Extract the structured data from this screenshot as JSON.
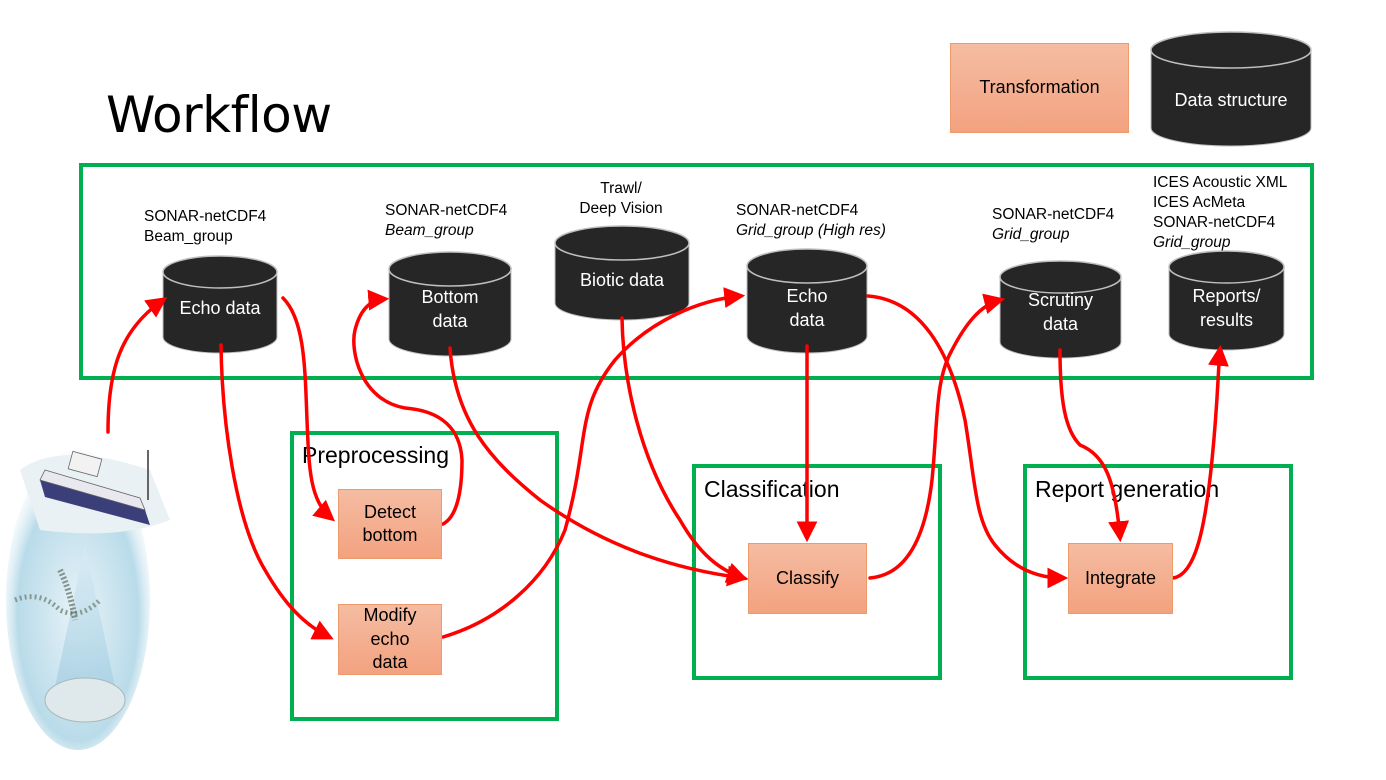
{
  "title": "Workflow",
  "legend": {
    "transformation": "Transformation",
    "data_structure": "Data structure"
  },
  "colors": {
    "group_border": "#00b050",
    "arrow": "#ff0000",
    "cylinder_fill": "#262626",
    "process_fill_top": "#f5bca2",
    "process_fill_bottom": "#f3a27f"
  },
  "data_stores": [
    {
      "id": "echo-raw",
      "label": "Echo data",
      "annotation": [
        "SONAR-netCDF4",
        "Beam_group"
      ],
      "italic_lines": []
    },
    {
      "id": "bottom",
      "label": "Bottom\ndata",
      "annotation": [
        "SONAR-netCDF4",
        "Beam_group"
      ],
      "italic_lines": [
        1
      ]
    },
    {
      "id": "biotic",
      "label": "Biotic data",
      "annotation": [
        "Trawl/",
        "Deep Vision"
      ],
      "italic_lines": []
    },
    {
      "id": "echo-grid",
      "label": "Echo\ndata",
      "annotation": [
        "SONAR-netCDF4",
        "Grid_group (High res)"
      ],
      "italic_lines": [
        1
      ]
    },
    {
      "id": "scrutiny",
      "label": "Scrutiny\ndata",
      "annotation": [
        "SONAR-netCDF4",
        "Grid_group"
      ],
      "italic_lines": [
        1
      ]
    },
    {
      "id": "reports",
      "label": "Reports/\nresults",
      "annotation": [
        "ICES Acoustic XML",
        "ICES AcMeta",
        "SONAR-netCDF4",
        "Grid_group"
      ],
      "italic_lines": [
        3
      ]
    }
  ],
  "groups": [
    {
      "id": "preprocessing",
      "label": "Preprocessing"
    },
    {
      "id": "classification",
      "label": "Classification"
    },
    {
      "id": "report-generation",
      "label": "Report generation"
    }
  ],
  "processes": [
    {
      "id": "detect-bottom",
      "label": "Detect\nbottom",
      "group": "preprocessing"
    },
    {
      "id": "modify-echo",
      "label": "Modify\necho\ndata",
      "group": "preprocessing"
    },
    {
      "id": "classify",
      "label": "Classify",
      "group": "classification"
    },
    {
      "id": "integrate",
      "label": "Integrate",
      "group": "report-generation"
    }
  ],
  "edges": [
    {
      "from": "vessel",
      "to": "echo-raw"
    },
    {
      "from": "echo-raw",
      "to": "detect-bottom"
    },
    {
      "from": "echo-raw",
      "to": "modify-echo"
    },
    {
      "from": "detect-bottom",
      "to": "bottom"
    },
    {
      "from": "bottom",
      "to": "classify"
    },
    {
      "from": "modify-echo",
      "to": "echo-grid"
    },
    {
      "from": "biotic",
      "to": "classify"
    },
    {
      "from": "echo-grid",
      "to": "classify"
    },
    {
      "from": "echo-grid",
      "to": "integrate"
    },
    {
      "from": "classify",
      "to": "scrutiny"
    },
    {
      "from": "scrutiny",
      "to": "integrate"
    },
    {
      "from": "integrate",
      "to": "reports"
    }
  ],
  "illustration": "research-vessel-echosounder"
}
